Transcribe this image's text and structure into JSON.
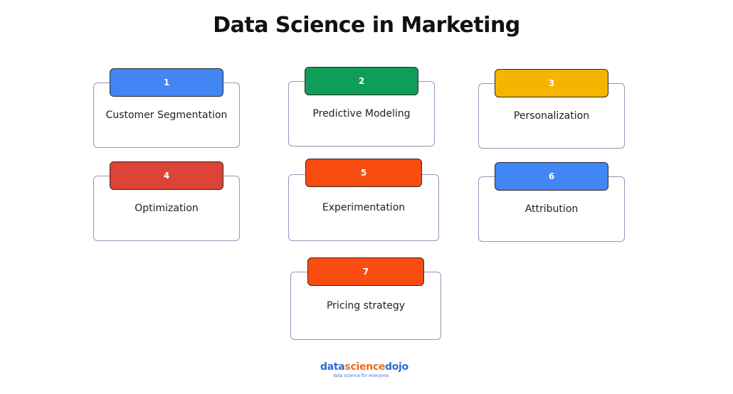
{
  "title": "Data Science in Marketing",
  "colors": {
    "blue": "#4285f4",
    "green": "#0f9d58",
    "yellow": "#f4b400",
    "red": "#db4437",
    "orange": "#f94c10"
  },
  "cards": [
    {
      "number": "1",
      "label": "Customer Segmentation",
      "color": "#4285f4"
    },
    {
      "number": "2",
      "label": "Predictive Modeling",
      "color": "#0f9d58"
    },
    {
      "number": "3",
      "label": "Personalization",
      "color": "#f4b400"
    },
    {
      "number": "4",
      "label": "Optimization",
      "color": "#db4437"
    },
    {
      "number": "5",
      "label": "Experimentation",
      "color": "#f94c10"
    },
    {
      "number": "6",
      "label": "Attribution",
      "color": "#4285f4"
    },
    {
      "number": "7",
      "label": "Pricing strategy",
      "color": "#f94c10"
    }
  ],
  "logo": {
    "part1": "data",
    "part2": "science",
    "part3": "dojo",
    "tagline": "data science for everyone"
  }
}
